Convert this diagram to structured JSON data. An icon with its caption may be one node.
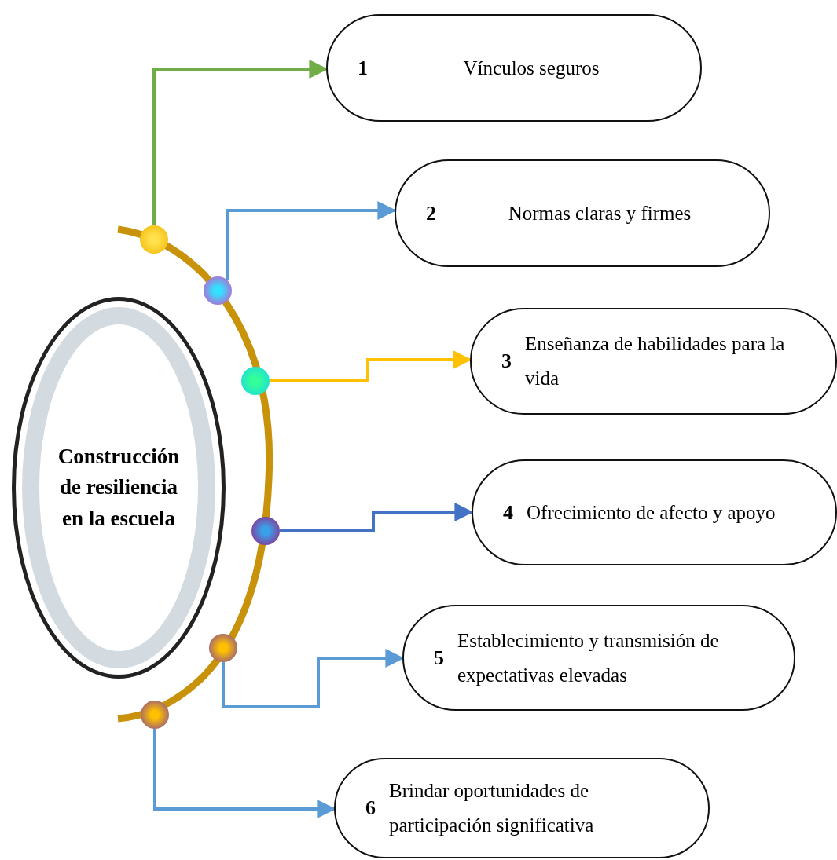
{
  "diagram": {
    "nodes": [
      {
        "text": [
          "Construcción de resiliencia en la escuela"
        ]
      },
      {
        "text": [],
        "shape": "circle"
      },
      {
        "text": [],
        "shape": "circle"
      },
      {
        "text": [],
        "shape": "circle"
      },
      {
        "text": [],
        "shape": "circle"
      },
      {
        "text": [],
        "shape": "circle"
      },
      {
        "text": [],
        "shape": "circle"
      },
      {
        "text": [
          "1",
          "Vínculos seguros"
        ]
      },
      {
        "text": [
          "2",
          "Normas claras y firmes"
        ]
      },
      {
        "text": [
          "3",
          "Enseñanza de habilidades para la vida"
        ]
      },
      {
        "text": [
          "4",
          "Ofrecimiento de afecto y apoyo"
        ]
      },
      {
        "text": [
          "5",
          "Establecimiento y transmisión de expectativas elevadas"
        ]
      },
      {
        "text": [
          "6",
          "Brindar oportunidades de participación significativa"
        ]
      }
    ],
    "edges": [
      {
        "from": 1,
        "to": 7,
        "arrow": "to",
        "color": "#70ad47"
      },
      {
        "from": 2,
        "to": 8,
        "arrow": "to"
      },
      {
        "from": 3,
        "to": 9,
        "arrow": "to",
        "color": "#ffc000"
      },
      {
        "from": 4,
        "to": 10,
        "arrow": "to",
        "color": "#4472c4"
      },
      {
        "from": 5,
        "to": 11,
        "arrow": "to"
      },
      {
        "from": 6,
        "to": 12,
        "arrow": "to"
      }
    ]
  }
}
